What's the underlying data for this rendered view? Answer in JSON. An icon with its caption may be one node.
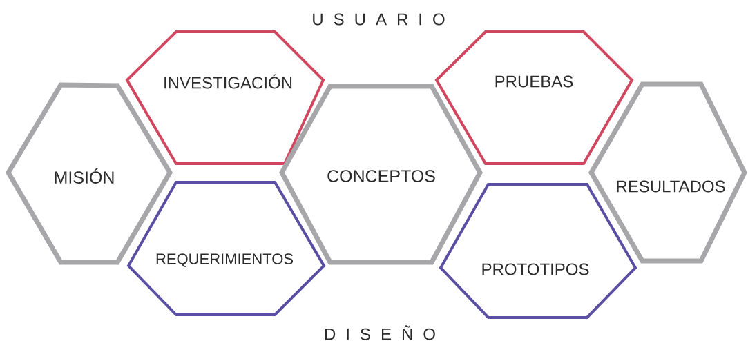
{
  "diagram": {
    "nodes": [
      {
        "text": [
          "MISIÓN"
        ]
      },
      {
        "text": [
          "INVESTIGACIÓN"
        ]
      },
      {
        "text": [
          "REQUERIMIENTOS"
        ]
      },
      {
        "text": [
          "CONCEPTOS"
        ]
      },
      {
        "text": [
          "PRUEBAS"
        ]
      },
      {
        "text": [
          "PROTOTIPOS"
        ]
      },
      {
        "text": [
          "RESULTADOS"
        ]
      }
    ],
    "labels": [
      "U S U A R I O",
      "D I S E Ñ O"
    ]
  }
}
